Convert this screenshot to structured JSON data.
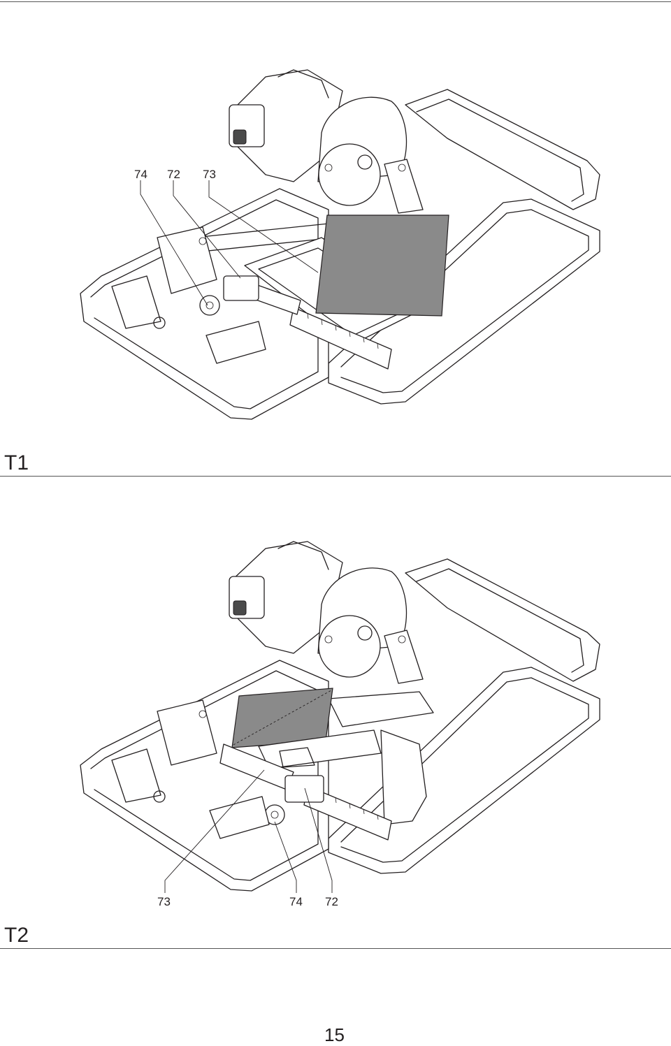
{
  "top_rule": "",
  "figure_t1": {
    "label": "T1",
    "callouts": [
      "74",
      "72",
      "73"
    ]
  },
  "figure_t2": {
    "label": "T2",
    "callouts": [
      "73",
      "74",
      "72"
    ]
  },
  "page_number": "15"
}
